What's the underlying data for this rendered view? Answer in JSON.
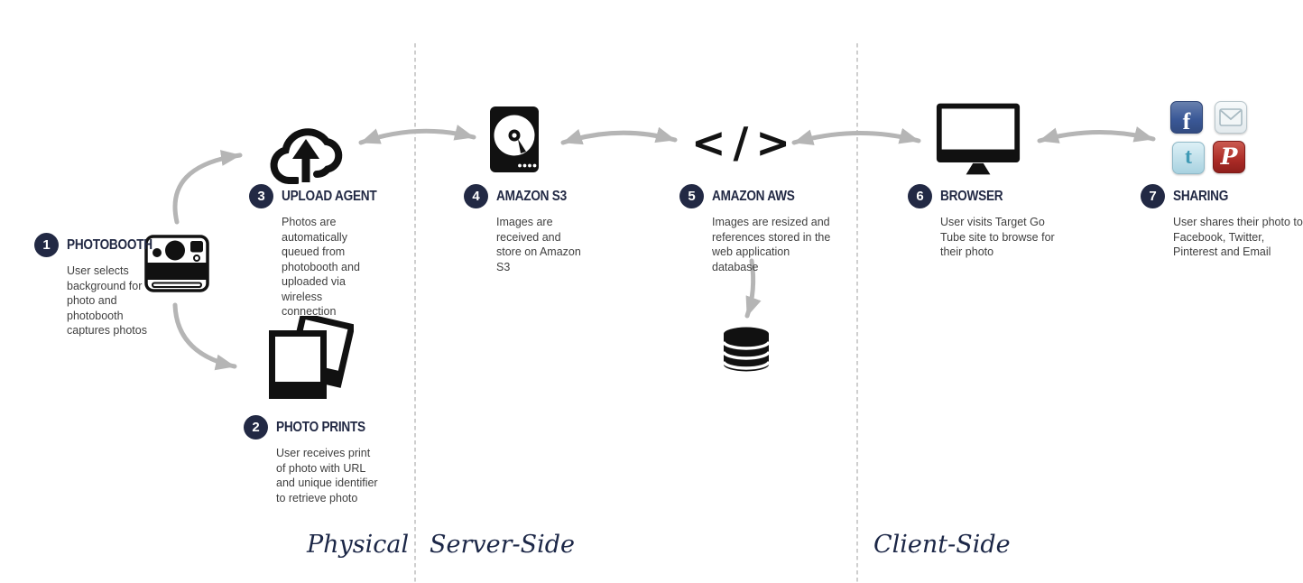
{
  "diagram": {
    "steps": [
      {
        "number": "1",
        "title": "PHOTOBOOTH",
        "description": "User selects background for photo and photobooth captures photos"
      },
      {
        "number": "2",
        "title": "PHOTO PRINTS",
        "description": "User receives print of photo with URL and unique identifier to retrieve photo"
      },
      {
        "number": "3",
        "title": "UPLOAD AGENT",
        "description": "Photos are automatically queued from photobooth and uploaded via wireless connection"
      },
      {
        "number": "4",
        "title": "AMAZON S3",
        "description": "Images are received and store on Amazon S3"
      },
      {
        "number": "5",
        "title": "AMAZON AWS",
        "description": "Images are resized and references stored in the web application database"
      },
      {
        "number": "6",
        "title": "BROWSER",
        "description": "User visits Target Go Tube site to browse for their photo"
      },
      {
        "number": "7",
        "title": "SHARING",
        "description": "User shares their photo to Facebook, Twitter, Pinterest and Email"
      }
    ],
    "sections": [
      {
        "label": "Physical"
      },
      {
        "label": "Server-Side"
      },
      {
        "label": "Client-Side"
      }
    ],
    "code_glyph": "</>",
    "social": {
      "facebook_glyph": "f",
      "twitter_glyph": "t",
      "pinterest_glyph": "P"
    },
    "colors": {
      "badge": "#222944",
      "heading": "#222944",
      "body_text": "#3f3f3f",
      "icon": "#111111",
      "arrow": "#b5b5b5",
      "divider": "#cfcfcf",
      "section_label": "#1c2747",
      "facebook": "#3b5998",
      "twitter": "#a8d2e0",
      "pinterest": "#ab2b26",
      "email": "#e3eaed"
    }
  }
}
